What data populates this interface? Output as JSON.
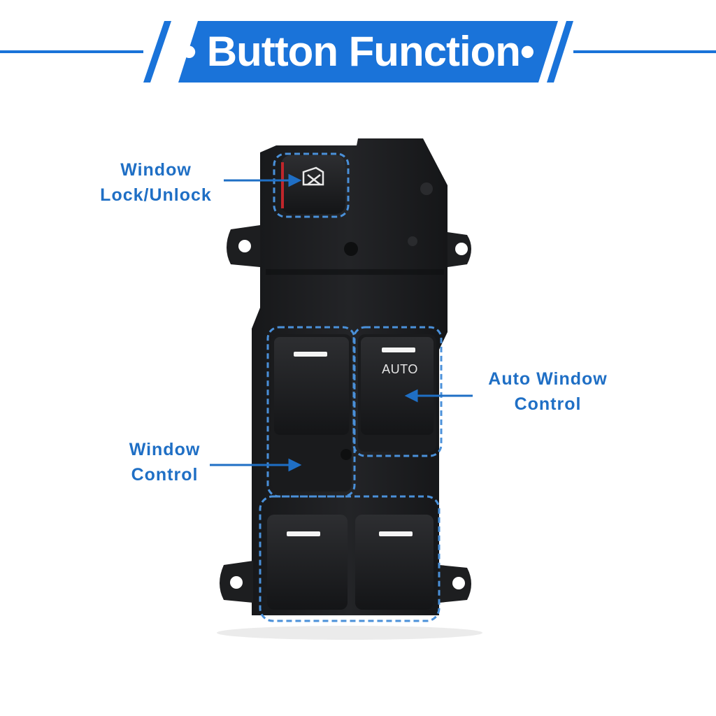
{
  "header": {
    "title": "• Button Function•",
    "banner_color": "#1a73d9"
  },
  "callouts": {
    "lock": {
      "line1": "Window",
      "line2": "Lock/Unlock"
    },
    "auto": {
      "line1": "Auto Window",
      "line2": "Control"
    },
    "window": {
      "line1": "Window",
      "line2": "Control"
    }
  },
  "switch": {
    "auto_label": "AUTO",
    "lock_icon": "window-lock-icon"
  },
  "colors": {
    "accent": "#1f6fc5",
    "dashed_outline": "#4a90d9",
    "switch_body": "#1b1c1e",
    "lock_accent": "#c0262b"
  }
}
